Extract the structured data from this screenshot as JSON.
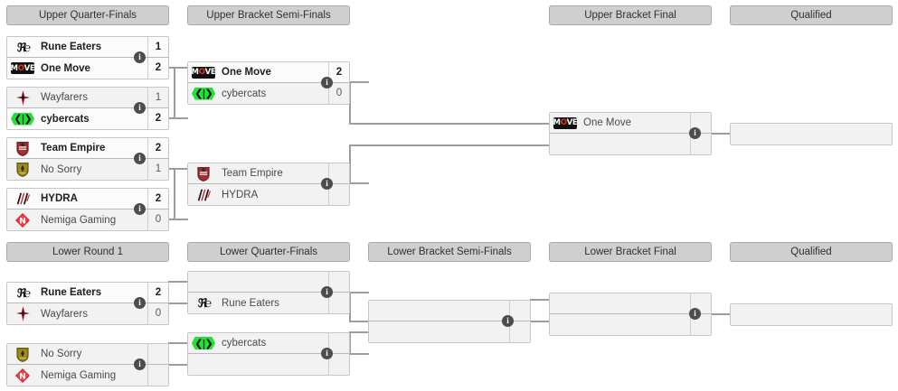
{
  "colors": {
    "header_bg": "#cfcfcf",
    "header_border": "#a8a8a8",
    "match_bg": "#f2f2f2",
    "winner_bg": "#fbfbfb",
    "line": "#9d9d9d",
    "info_bubble": "#4d4d4d",
    "cybercats_green": "#23e038",
    "move_red": "#e03a1e",
    "nemiga_red": "#d22630"
  },
  "icons": {
    "info": "i",
    "info_name": "info-icon"
  },
  "upper": {
    "headers": [
      {
        "label": "Upper Quarter-Finals"
      },
      {
        "label": "Upper Bracket Semi-Finals"
      },
      {
        "label": "Upper Bracket Final"
      },
      {
        "label": "Qualified"
      }
    ],
    "quarter_finals": [
      {
        "top": {
          "name": "Rune Eaters",
          "score": "1",
          "winner": false,
          "logo": "rune-eaters-logo"
        },
        "bottom": {
          "name": "One Move",
          "score": "2",
          "winner": true,
          "logo": "one-move-logo"
        }
      },
      {
        "top": {
          "name": "Wayfarers",
          "score": "1",
          "winner": false,
          "logo": "wayfarers-logo"
        },
        "bottom": {
          "name": "cybercats",
          "score": "2",
          "winner": true,
          "logo": "cybercats-logo"
        }
      },
      {
        "top": {
          "name": "Team Empire",
          "score": "2",
          "winner": true,
          "logo": "team-empire-logo"
        },
        "bottom": {
          "name": "No Sorry",
          "score": "1",
          "winner": false,
          "logo": "no-sorry-logo"
        }
      },
      {
        "top": {
          "name": "HYDRA",
          "score": "2",
          "winner": true,
          "logo": "hydra-logo"
        },
        "bottom": {
          "name": "Nemiga Gaming",
          "score": "0",
          "winner": false,
          "logo": "nemiga-gaming-logo"
        }
      }
    ],
    "semi_finals": [
      {
        "top": {
          "name": "One Move",
          "score": "2",
          "winner": true,
          "logo": "one-move-logo"
        },
        "bottom": {
          "name": "cybercats",
          "score": "0",
          "winner": false,
          "logo": "cybercats-logo"
        }
      },
      {
        "top": {
          "name": "Team Empire",
          "score": "",
          "winner": false,
          "logo": "team-empire-logo"
        },
        "bottom": {
          "name": "HYDRA",
          "score": "",
          "winner": false,
          "logo": "hydra-logo"
        }
      }
    ],
    "final": {
      "top": {
        "name": "One Move",
        "score": "",
        "winner": false,
        "logo": "one-move-logo"
      },
      "bottom": {
        "name": "",
        "score": "",
        "winner": false,
        "logo": ""
      }
    },
    "qualified": {
      "name": "",
      "logo": ""
    }
  },
  "lower": {
    "headers": [
      {
        "label": "Lower Round 1"
      },
      {
        "label": "Lower Quarter-Finals"
      },
      {
        "label": "Lower Bracket Semi-Finals"
      },
      {
        "label": "Lower Bracket Final"
      },
      {
        "label": "Qualified"
      }
    ],
    "round1": [
      {
        "top": {
          "name": "Rune Eaters",
          "score": "2",
          "winner": true,
          "logo": "rune-eaters-logo"
        },
        "bottom": {
          "name": "Wayfarers",
          "score": "0",
          "winner": false,
          "logo": "wayfarers-logo"
        }
      },
      {
        "top": {
          "name": "No Sorry",
          "score": "",
          "winner": false,
          "logo": "no-sorry-logo"
        },
        "bottom": {
          "name": "Nemiga Gaming",
          "score": "",
          "winner": false,
          "logo": "nemiga-gaming-logo"
        }
      }
    ],
    "quarter_finals": [
      {
        "top": {
          "name": "",
          "score": "",
          "winner": false,
          "logo": ""
        },
        "bottom": {
          "name": "Rune Eaters",
          "score": "",
          "winner": false,
          "logo": "rune-eaters-logo"
        }
      },
      {
        "top": {
          "name": "cybercats",
          "score": "",
          "winner": false,
          "logo": "cybercats-logo"
        },
        "bottom": {
          "name": "",
          "score": "",
          "winner": false,
          "logo": ""
        }
      }
    ],
    "semi_finals": [
      {
        "top": {
          "name": "",
          "score": "",
          "winner": false,
          "logo": ""
        },
        "bottom": {
          "name": "",
          "score": "",
          "winner": false,
          "logo": ""
        }
      }
    ],
    "final": {
      "top": {
        "name": "",
        "score": "",
        "winner": false,
        "logo": ""
      },
      "bottom": {
        "name": "",
        "score": "",
        "winner": false,
        "logo": ""
      }
    },
    "qualified": {
      "name": "",
      "logo": ""
    }
  }
}
